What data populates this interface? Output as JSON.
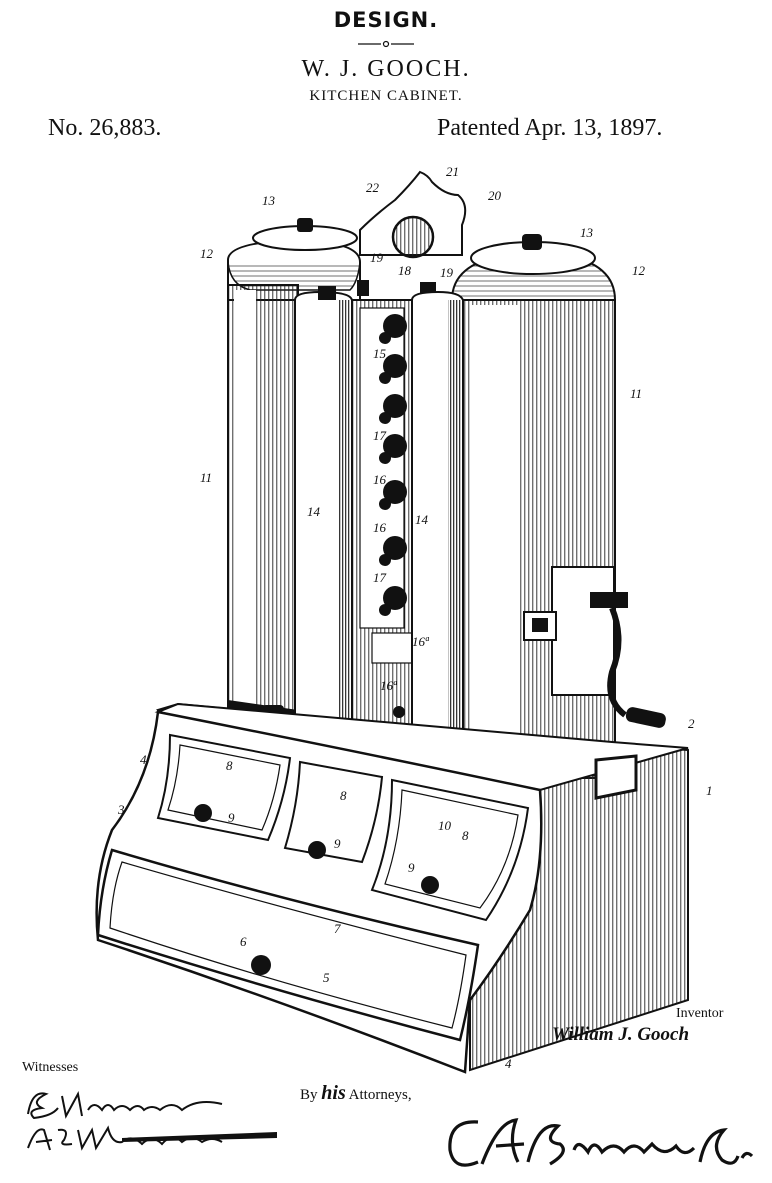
{
  "header": {
    "heading": "DESIGN.",
    "inventor": "W. J. GOOCH.",
    "title": "KITCHEN CABINET.",
    "number": "No. 26,883.",
    "patented": "Patented Apr. 13, 1897."
  },
  "reference_numerals": [
    "1",
    "2",
    "3",
    "4",
    "4",
    "5",
    "6",
    "7",
    "8",
    "8",
    "8",
    "9",
    "9",
    "9",
    "10",
    "11",
    "11",
    "12",
    "12",
    "13",
    "13",
    "14",
    "14",
    "15",
    "16",
    "16",
    "16ª",
    "16ª",
    "17",
    "17",
    "18",
    "19",
    "19",
    "20",
    "21",
    "22"
  ],
  "footer": {
    "inventor_label": "Inventor",
    "inventor_signature": "William J. Gooch",
    "witnesses_label": "Witnesses",
    "witness_1": "E. N. Monroe",
    "witness_2": "A. P. Wolhaupter",
    "by_prefix": "By",
    "by_word": "his",
    "by_suffix": "Attorneys,",
    "attorney_signature": "C. A. Snow & Co."
  }
}
